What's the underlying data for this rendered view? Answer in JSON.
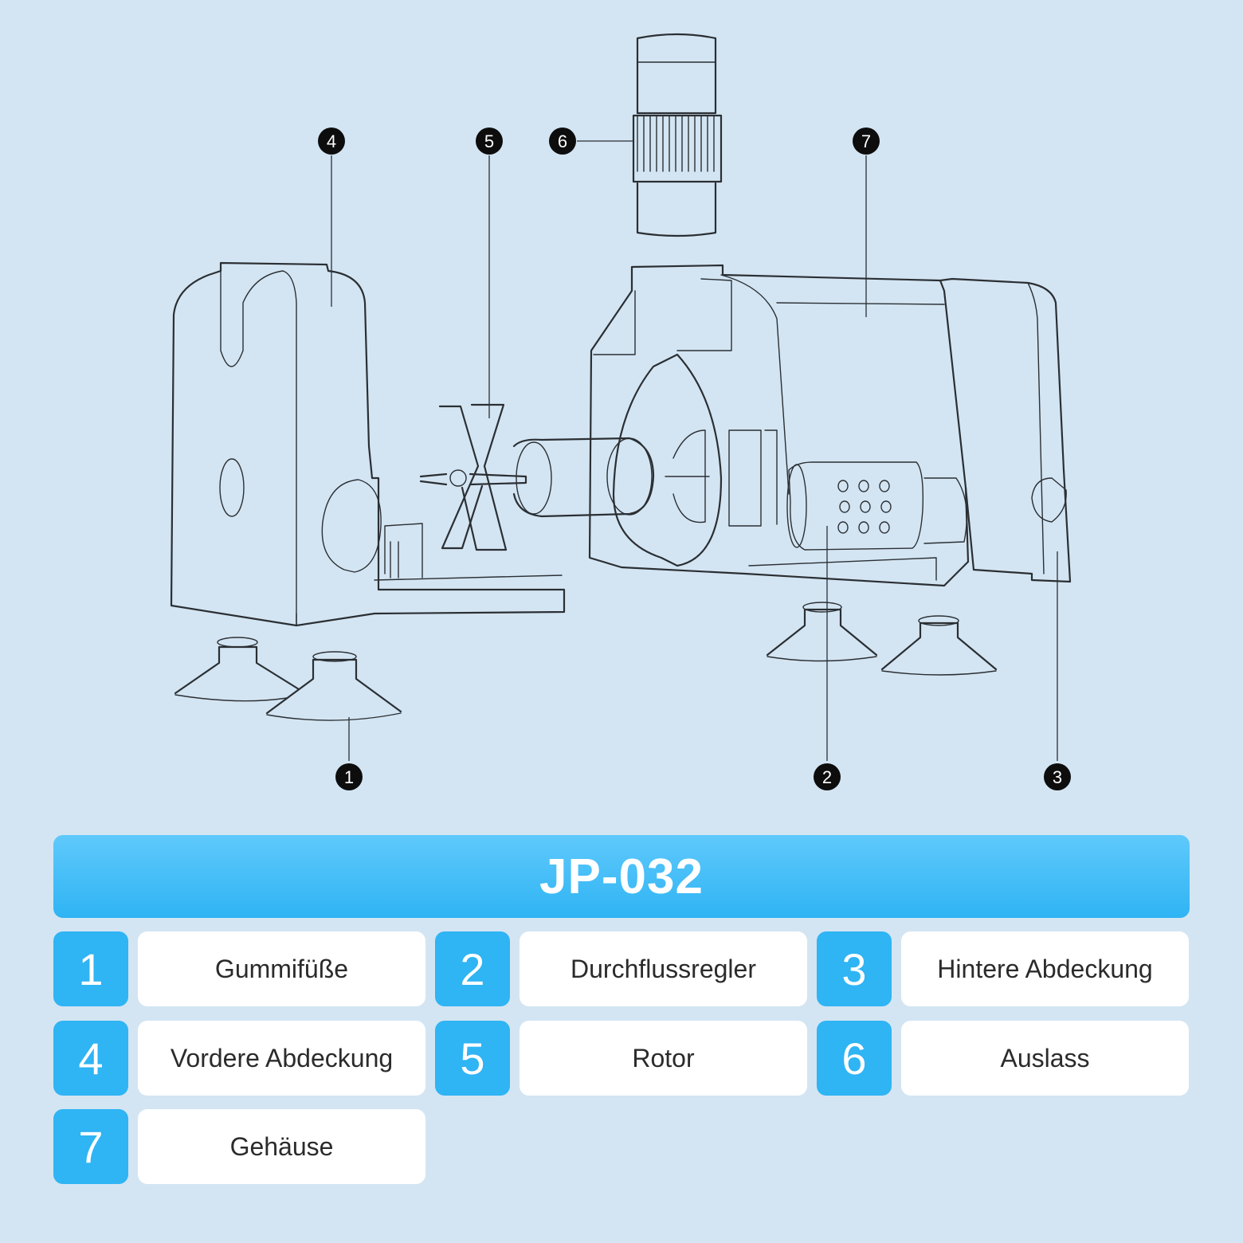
{
  "title": "JP-032",
  "callouts": [
    "1",
    "2",
    "3",
    "4",
    "5",
    "6",
    "7"
  ],
  "parts": [
    {
      "number": "1",
      "label": "Gummifüße"
    },
    {
      "number": "2",
      "label": "Durchflussregler"
    },
    {
      "number": "3",
      "label": "Hintere Abdeckung"
    },
    {
      "number": "4",
      "label": "Vordere Abdeckung"
    },
    {
      "number": "5",
      "label": "Rotor"
    },
    {
      "number": "6",
      "label": "Auslass"
    },
    {
      "number": "7",
      "label": "Gehäuse"
    }
  ],
  "colors": {
    "background": "#d3e5f3",
    "accent": "#2fb4f4",
    "callout": "#0d0d0d"
  }
}
